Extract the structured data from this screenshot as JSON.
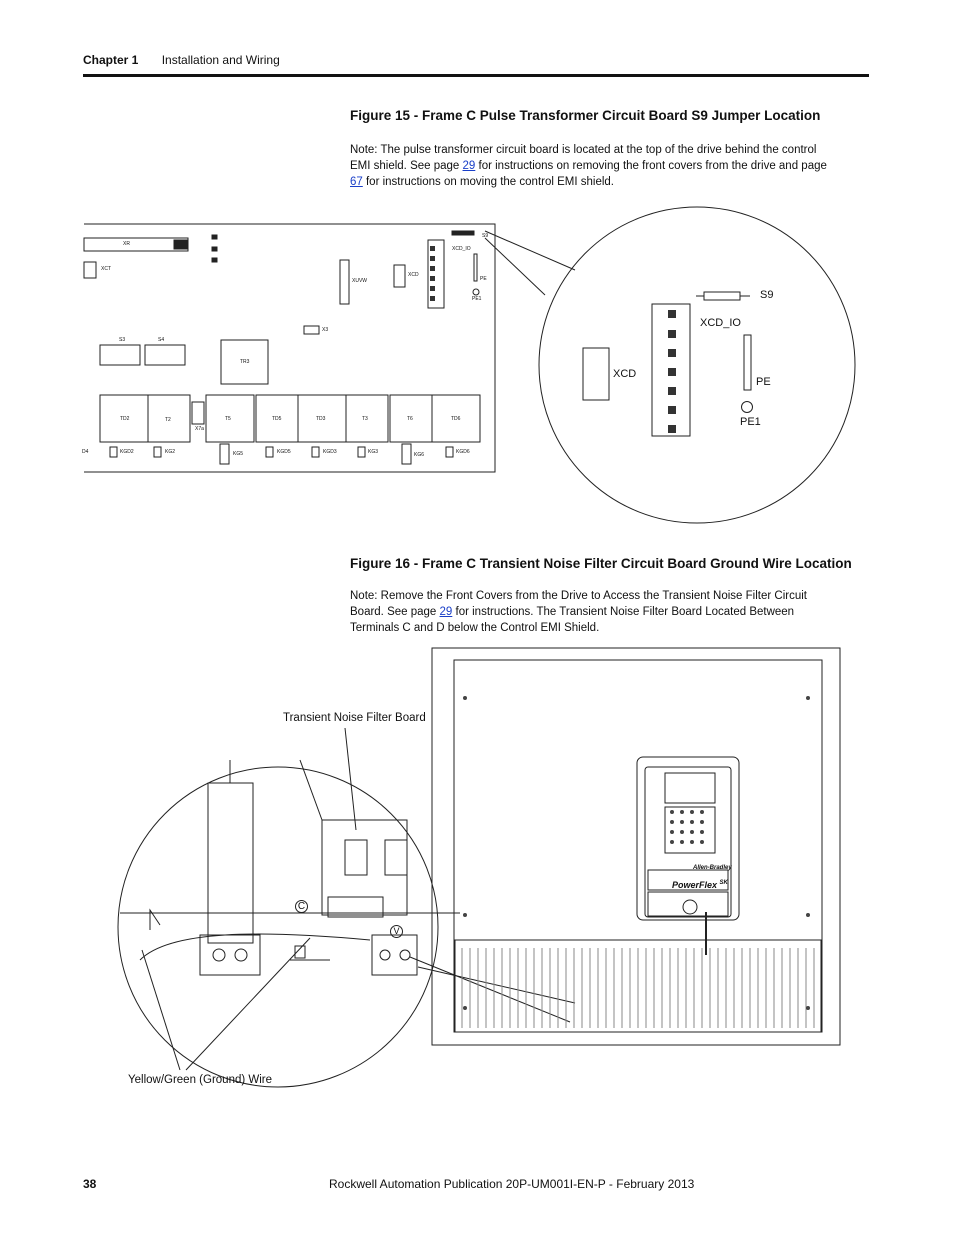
{
  "header": {
    "chapter": "Chapter 1",
    "section": "Installation and Wiring"
  },
  "figure15": {
    "title": "Figure 15 - Frame C Pulse Transformer Circuit Board S9 Jumper Location",
    "note": {
      "t1": "Note: The pulse transformer circuit board is located at the top of the drive behind the control EMI shield. See page ",
      "link1": "29",
      "t2": " for instructions on removing the front covers from the drive and page ",
      "link2": "67",
      "t3": " for instructions on moving the control EMI shield."
    },
    "board_labels": {
      "xr": "XR",
      "xct": "XCT",
      "s9_small": "S9",
      "xcdio_small": "XCD_IO",
      "pe_small": "PE",
      "pe1_small": "PE1",
      "xcd_small": "XCD",
      "xuvw": "XUVW",
      "x3": "X3",
      "s3": "S3",
      "s4": "S4",
      "tr3": "TR3",
      "td2": "TD2",
      "t2": "T2",
      "x7a": "X7a",
      "t5": "T5",
      "td5": "TD5",
      "td3": "TD3",
      "t3": "T3",
      "t6": "T6",
      "td6": "TD6",
      "kgd4": "D4",
      "kgd2": "KGD2",
      "kg2": "KG2",
      "kg5": "KG5",
      "kgd5": "KGD5",
      "kgd3": "KGD3",
      "kg3": "KG3",
      "kg6": "KG6",
      "kgd6": "KGD6"
    },
    "zoom_labels": {
      "s9": "S9",
      "xcd_io": "XCD_IO",
      "xcd": "XCD",
      "pe": "PE",
      "pe1": "PE1"
    }
  },
  "figure16": {
    "title": "Figure 16 - Frame C Transient Noise Filter Circuit Board Ground Wire Location",
    "note": {
      "t1": "Note: Remove the Front Covers from the Drive to Access the Transient Noise Filter Circuit Board. See page ",
      "link1": "29",
      "t2": " for instructions. The Transient Noise Filter Board Located Between Terminals C and D below the Control EMI Shield."
    },
    "callout_board": "Transient Noise Filter Board",
    "callout_wire": "Yellow/Green (Ground) Wire",
    "terminal_c": "C",
    "terminal_v": "V",
    "brand": "PowerFlex",
    "brand_sub": "SK",
    "allen_bradley": "Allen-Bradley"
  },
  "footer": {
    "page_number": "38",
    "publication": "Rockwell Automation Publication 20P-UM001I-EN-P - February 2013"
  }
}
